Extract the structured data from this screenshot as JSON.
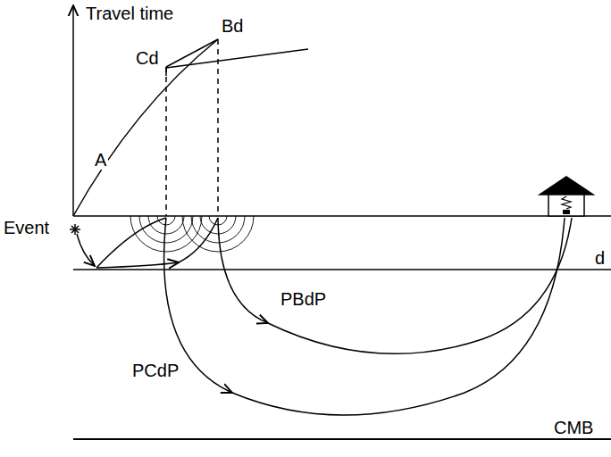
{
  "diagram": {
    "labels": [
      "Travel time",
      "Cd",
      "Bd",
      "A",
      "Event",
      "d",
      "PBdP",
      "PCdP",
      "CMB"
    ]
  }
}
